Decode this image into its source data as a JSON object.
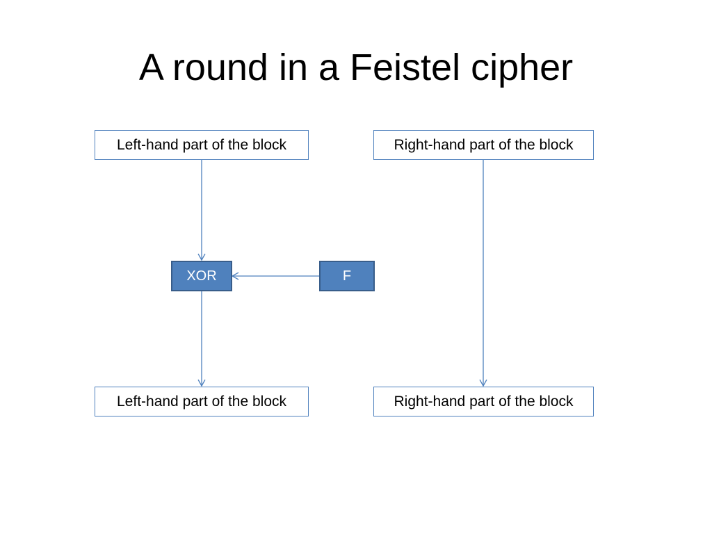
{
  "title": "A round in a Feistel cipher",
  "boxes": {
    "left_top": "Left-hand part of the block",
    "right_top": "Right-hand part of the block",
    "left_bottom": "Left-hand part of the block",
    "right_bottom": "Right-hand part of the block"
  },
  "operations": {
    "xor": "XOR",
    "f": "F"
  },
  "colors": {
    "accent": "#4f81bd",
    "accent_dark": "#385d8a",
    "box_border": "#4f81bd",
    "text": "#000000"
  }
}
